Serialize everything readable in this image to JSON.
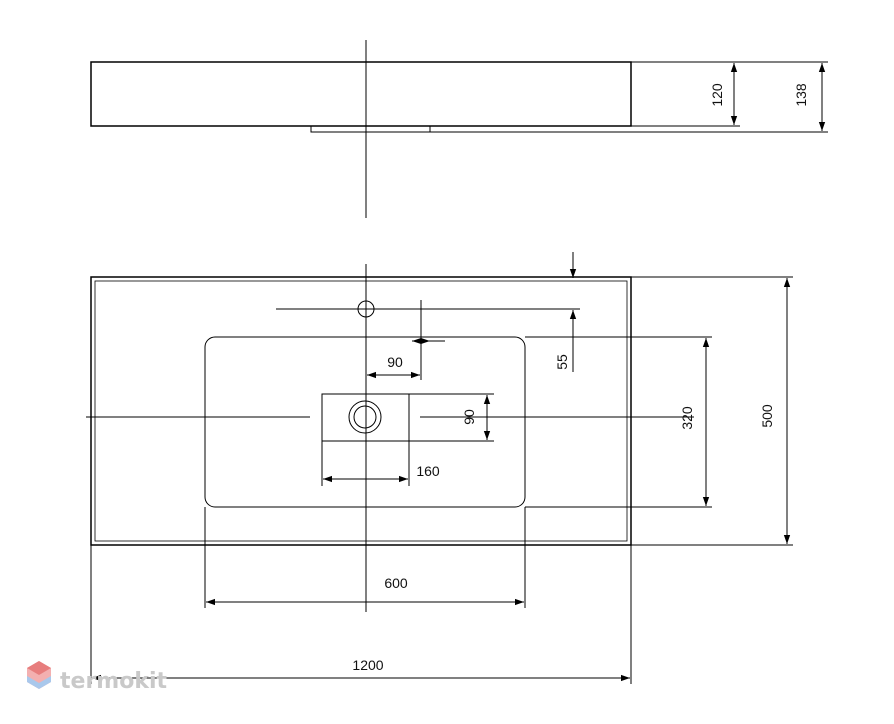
{
  "drawing": {
    "colors": {
      "stroke": "#000000",
      "text": "#111111",
      "logo": "#c9c9c9"
    },
    "dimensions": {
      "side_height": "120",
      "side_total_height": "138",
      "tap_offset": "90",
      "tap_from_edge": "55",
      "drain_height": "90",
      "drain_width": "160",
      "bowl_depth": "320",
      "total_depth": "500",
      "bowl_width": "600",
      "total_width": "1200"
    }
  },
  "watermark": {
    "text": "termokit",
    "icon": "hexagon-logo-icon"
  }
}
